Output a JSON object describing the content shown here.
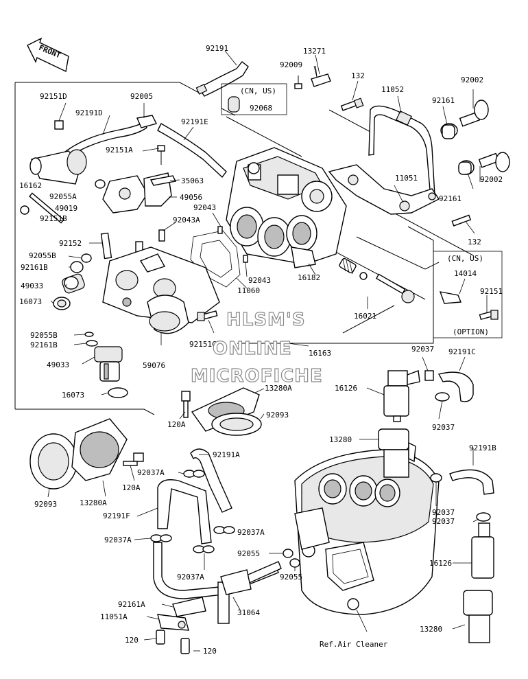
{
  "front_label": "FRONT",
  "watermark": [
    "HLSM'S",
    "ONLINE",
    "MICROFICHE"
  ],
  "cn_us_label": "(CN, US)",
  "option_label": "(OPTION)",
  "ref_label": "Ref.Air Cleaner",
  "labels": {
    "l_92191_top": "92191",
    "l_13271": "13271",
    "l_92009": "92009",
    "l_132_a": "132",
    "l_11052": "11052",
    "l_92002_a": "92002",
    "l_92068": "92068",
    "l_92161_a": "92161",
    "l_92151D": "92151D",
    "l_92005": "92005",
    "l_92191D": "92191D",
    "l_92191E": "92191E",
    "l_92151A": "92151A",
    "l_35063": "35063",
    "l_16162": "16162",
    "l_92055A": "92055A",
    "l_49019": "49019",
    "l_49056": "49056",
    "l_92043_a": "92043",
    "l_92151B": "92151B",
    "l_92043A": "92043A",
    "l_11051_a": "11051",
    "l_92002_b": "92002",
    "l_92161_b": "92161",
    "l_132_b": "132",
    "l_92152": "92152",
    "l_92055B_a": "92055B",
    "l_92161B_a": "92161B",
    "l_49033_a": "49033",
    "l_92043_b": "92043",
    "l_16182": "16182",
    "l_14014": "14014",
    "l_92151": "92151",
    "l_11060": "11060",
    "l_16073_a": "16073",
    "l_16021": "16021",
    "l_92055B_b": "92055B",
    "l_92161B_b": "92161B",
    "l_92151C": "92151C",
    "l_16163": "16163",
    "l_49033_b": "49033",
    "l_59076": "59076",
    "l_92037_a": "92037",
    "l_92191C": "92191C",
    "l_16126_a": "16126",
    "l_16073_b": "16073",
    "l_13280A_a": "13280A",
    "l_120A_a": "120A",
    "l_92093_a": "92093",
    "l_92037_b": "92037",
    "l_13280_a": "13280",
    "l_92191B": "92191B",
    "l_92191A": "92191A",
    "l_92037A_a": "92037A",
    "l_120A_b": "120A",
    "l_92093_b": "92093",
    "l_13280A_b": "13280A",
    "l_92191F": "92191F",
    "l_92037_c": "92037",
    "l_92037_d": "92037",
    "l_92037A_b": "92037A",
    "l_92037A_c": "92037A",
    "l_92055_a": "92055",
    "l_16126_b": "16126",
    "l_92037A_d": "92037A",
    "l_92055_b": "92055",
    "l_92161A": "92161A",
    "l_31064": "31064",
    "l_11051A": "11051A",
    "l_13280_b": "13280",
    "l_120_a": "120",
    "l_120_b": "120"
  }
}
